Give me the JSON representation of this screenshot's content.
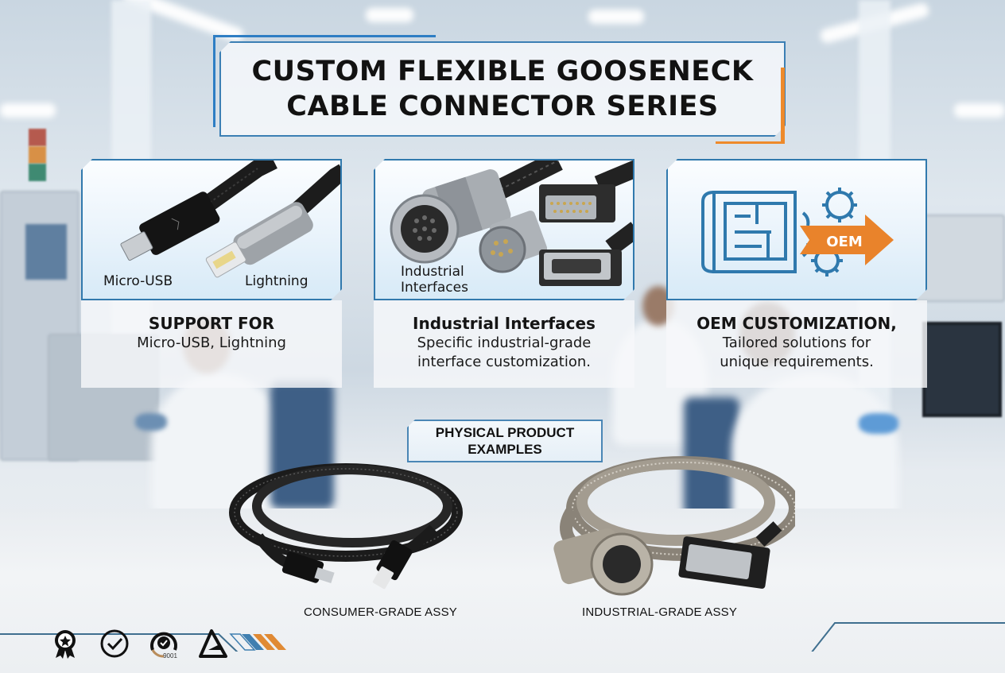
{
  "title": {
    "line1": "CUSTOM FLEXIBLE GOOSENECK",
    "line2": "CABLE CONNECTOR SERIES"
  },
  "cards": [
    {
      "image_labels": [
        "Micro-USB",
        "Lightning"
      ],
      "heading": "SUPPORT FOR",
      "subtext": [
        "Micro-USB, Lightning"
      ]
    },
    {
      "image_labels": [
        "Industrial",
        "Interfaces"
      ],
      "heading": "Industrial Interfaces",
      "subtext": [
        "Specific industrial-grade",
        "interface customization."
      ]
    },
    {
      "image_labels": [
        "OEM"
      ],
      "heading": "OEM CUSTOMIZATION,",
      "subtext": [
        "Tailored solutions for",
        "unique requirements."
      ]
    }
  ],
  "examples": {
    "label_line1": "PHYSICAL PRODUCT",
    "label_line2": "EXAMPLES",
    "products": [
      {
        "caption": "CONSUMER-GRADE ASSY",
        "icon": "braided-usb-cable-icon"
      },
      {
        "caption": "INDUSTRIAL-GRADE ASSY",
        "icon": "metal-gooseneck-cable-icon"
      }
    ]
  },
  "badges": [
    {
      "icon": "award-ribbon-icon"
    },
    {
      "icon": "checkmark-circle-icon"
    },
    {
      "icon": "iso-9001-check-icon",
      "text": "9001"
    },
    {
      "icon": "triangle-logo-icon"
    }
  ],
  "colors": {
    "accent_blue": "#2e7ec4",
    "accent_orange": "#ee8a2b",
    "text_dark": "#121212"
  }
}
